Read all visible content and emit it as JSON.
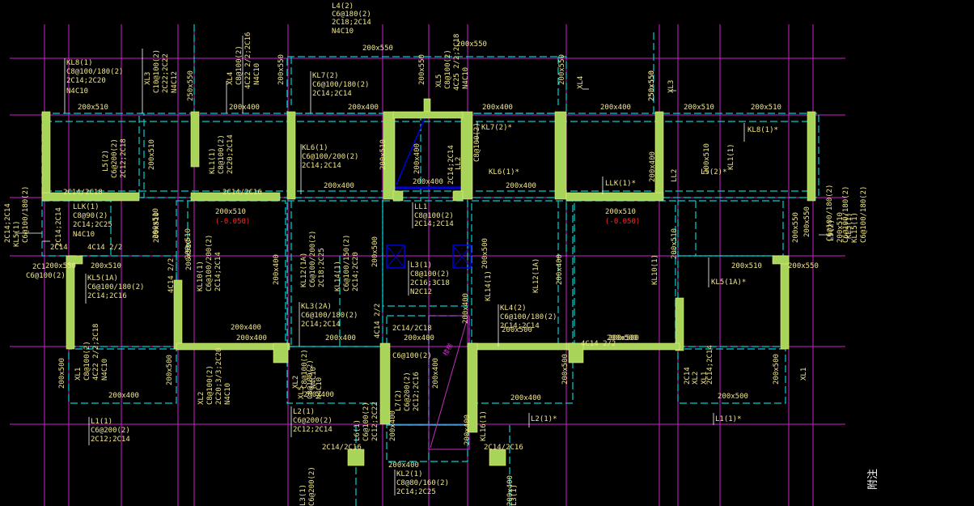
{
  "colors": {
    "background": "#000000",
    "axis": "#cc22cc",
    "beam": "#00d0d0",
    "beam_text": "#f0e68c",
    "sec_text": "#f0e68c",
    "rot_text": "#f0e68c",
    "red_text": "#ff2a2a",
    "white_text": "#ffffff",
    "column": "#a8d45a",
    "column_edge": "#e8f080",
    "stair": "#0000e0",
    "stair_line": "#c030c0",
    "vert_line": "#ffffff"
  },
  "notes": {
    "bottom_right": "附注"
  },
  "beam_labels": [
    {
      "text": "L4(2)"
    },
    {
      "text": "C6@180(2)"
    },
    {
      "text": "2C18;2C14"
    },
    {
      "text": "N4C10"
    },
    {
      "text": "KL8(1)"
    },
    {
      "text": "C8@100/180(2)"
    },
    {
      "text": "2C14;2C20"
    },
    {
      "text": "N4C10"
    },
    {
      "text": "KL7(2)"
    },
    {
      "text": "C6@100/180(2)"
    },
    {
      "text": "2C14;2C14"
    },
    {
      "text": "KL7(2)*"
    },
    {
      "text": "KL8(1)*"
    },
    {
      "text": "KL6(1)*"
    },
    {
      "text": "LLK(1)*"
    },
    {
      "text": "KL6(1)"
    },
    {
      "text": "C6@100/200(2)"
    },
    {
      "text": "2C14;2C14"
    },
    {
      "text": "LLK(1)"
    },
    {
      "text": "C8@90(2)"
    },
    {
      "text": "2C14;2C25"
    },
    {
      "text": "N4C10"
    },
    {
      "text": "LL1"
    },
    {
      "text": "C8@100(2)"
    },
    {
      "text": "2C14;2C14"
    },
    {
      "text": "KL5(1A)"
    },
    {
      "text": "C6@100/180(2)"
    },
    {
      "text": "2C14;2C16"
    },
    {
      "text": "KL3(2A)"
    },
    {
      "text": "C6@100/180(2)"
    },
    {
      "text": "2C14;2C14"
    },
    {
      "text": "L3(1)"
    },
    {
      "text": "C8@100(2)"
    },
    {
      "text": "2C16;3C18"
    },
    {
      "text": "N2C12"
    },
    {
      "text": "KL4(2)"
    },
    {
      "text": "C6@100/180(2)"
    },
    {
      "text": "2C14;2C14"
    },
    {
      "text": "KL5(1A)*"
    },
    {
      "text": "L1(1)"
    },
    {
      "text": "C6@200(2)"
    },
    {
      "text": "2C12;2C14"
    },
    {
      "text": "L2(1)"
    },
    {
      "text": "C6@200(2)"
    },
    {
      "text": "2C12;2C14"
    },
    {
      "text": "L2(1)*"
    },
    {
      "text": "L1(1)*"
    },
    {
      "text": "KL2(1)"
    },
    {
      "text": "C8@80/160(2)"
    },
    {
      "text": "2C14;2C25"
    },
    {
      "text": "C6@100(2)"
    },
    {
      "text": "2C14"
    },
    {
      "text": "2C14/2C18"
    },
    {
      "text": "2C14/2C16"
    },
    {
      "text": "4C14 2/2"
    },
    {
      "text": "2C14/2C18"
    },
    {
      "text": "C6@100(2)"
    },
    {
      "text": "4C14 2/2"
    },
    {
      "text": "2C14/2C16"
    },
    {
      "text": "2C14/2C16"
    },
    {
      "text": "2C1"
    },
    {
      "text": "L5(2)*"
    }
  ],
  "section_labels": [
    {
      "text": "200x550"
    },
    {
      "text": "200x550"
    },
    {
      "text": "200x510"
    },
    {
      "text": "200x400"
    },
    {
      "text": "200x400"
    },
    {
      "text": "200x400"
    },
    {
      "text": "200x400"
    },
    {
      "text": "200x510"
    },
    {
      "text": "200x510"
    },
    {
      "text": "200x400"
    },
    {
      "text": "200x400"
    },
    {
      "text": "200x400"
    },
    {
      "text": "200x510"
    },
    {
      "text": "200x510"
    },
    {
      "text": "200x550"
    },
    {
      "text": "200x510"
    },
    {
      "text": "200x510"
    },
    {
      "text": "200x550"
    },
    {
      "text": "200x400"
    },
    {
      "text": "200x400"
    },
    {
      "text": "200x400"
    },
    {
      "text": "200x400"
    },
    {
      "text": "200x400"
    },
    {
      "text": "200x400"
    },
    {
      "text": "200x500"
    },
    {
      "text": "200x500"
    },
    {
      "text": "200x500"
    },
    {
      "text": "200x400"
    },
    {
      "text": "200x500"
    },
    {
      "text": "200x400"
    }
  ],
  "red_labels": [
    {
      "text": "(-0.050)"
    },
    {
      "text": "(-0.050)"
    }
  ],
  "rotated_labels": [
    {
      "text": "XL3"
    },
    {
      "text": "C10@100(2)"
    },
    {
      "text": "2C22;2C22"
    },
    {
      "text": "N4C12"
    },
    {
      "text": "XL4"
    },
    {
      "text": "C8@100(2)"
    },
    {
      "text": "4C22 2/2;2C16"
    },
    {
      "text": "N4C10"
    },
    {
      "text": "200x550"
    },
    {
      "text": "250x550"
    },
    {
      "text": "200x550"
    },
    {
      "text": "250x550"
    },
    {
      "text": "200x550"
    },
    {
      "text": "250x550"
    },
    {
      "text": "XL5"
    },
    {
      "text": "C8@100(2)"
    },
    {
      "text": "4C25 2/2;2C18"
    },
    {
      "text": "N4C10"
    },
    {
      "text": "XL4"
    },
    {
      "text": "XL3"
    },
    {
      "text": "L5(2)"
    },
    {
      "text": "C6@200(2)"
    },
    {
      "text": "2C12;2C18"
    },
    {
      "text": "200x510"
    },
    {
      "text": "KL1(1)"
    },
    {
      "text": "C8@100(2)"
    },
    {
      "text": "2C20;2C14"
    },
    {
      "text": "200x510"
    },
    {
      "text": "LL2"
    },
    {
      "text": "C8@100(2)"
    },
    {
      "text": "2C14;2C14"
    },
    {
      "text": "200x400"
    },
    {
      "text": "200x400"
    },
    {
      "text": "LL2"
    },
    {
      "text": "200x510"
    },
    {
      "text": "KL1(1)"
    },
    {
      "text": "L5(2)"
    },
    {
      "text": "200x510"
    },
    {
      "text": "KL5(1)"
    },
    {
      "text": "C6@100/180(2)"
    },
    {
      "text": "2C14;2C14"
    },
    {
      "text": "KL5(1)"
    },
    {
      "text": "C6@100/180(2)"
    },
    {
      "text": "2C14;2C14"
    },
    {
      "text": "200x550"
    },
    {
      "text": "200x550"
    },
    {
      "text": "200x510"
    },
    {
      "text": "200x510"
    },
    {
      "text": "KL12(1A)"
    },
    {
      "text": "C6@100/200(2)"
    },
    {
      "text": "2C18;2C25"
    },
    {
      "text": "KL14(1)"
    },
    {
      "text": "C6@100/150(2)"
    },
    {
      "text": "2C14;2C20"
    },
    {
      "text": "200x500"
    },
    {
      "text": "200x500"
    },
    {
      "text": "KL14(1)"
    },
    {
      "text": "KL12(1A)"
    },
    {
      "text": "200x400"
    },
    {
      "text": "KL10(1)"
    },
    {
      "text": "200x510"
    },
    {
      "text": "200x510"
    },
    {
      "text": "KL10(1)"
    },
    {
      "text": "C6@100/200(2)"
    },
    {
      "text": "2C14;2C14"
    },
    {
      "text": "200x400"
    },
    {
      "text": "200x510"
    },
    {
      "text": "4C14 2/2"
    },
    {
      "text": "4C14 2/2"
    },
    {
      "text": "XL1"
    },
    {
      "text": "C8@100(2)"
    },
    {
      "text": "4C22 2/2;2C18"
    },
    {
      "text": "N4C10"
    },
    {
      "text": "XL2"
    },
    {
      "text": "C8@100(2)"
    },
    {
      "text": "2C20;3/3;2C20"
    },
    {
      "text": "N4C10"
    },
    {
      "text": "200x500"
    },
    {
      "text": "200x500"
    },
    {
      "text": "XL2"
    },
    {
      "text": "C8@100(2)"
    },
    {
      "text": "N4C10"
    },
    {
      "text": "XL5"
    },
    {
      "text": "C8@100(2)"
    },
    {
      "text": "N4C10"
    },
    {
      "text": "L7(2)"
    },
    {
      "text": "C6@200(2)"
    },
    {
      "text": "2C12;2C16"
    },
    {
      "text": "200x400"
    },
    {
      "text": "L6(1)"
    },
    {
      "text": "C6@100(2)"
    },
    {
      "text": "2C12;2C22"
    },
    {
      "text": "200x400"
    },
    {
      "text": "200x400"
    },
    {
      "text": "KL16(1)"
    },
    {
      "text": "200x500"
    },
    {
      "text": "200x500"
    },
    {
      "text": "XL1"
    },
    {
      "text": "200x400"
    },
    {
      "text": "L3(1)"
    },
    {
      "text": "200x400"
    },
    {
      "text": "L3(1)"
    },
    {
      "text": "C6@200(2)"
    },
    {
      "text": "2C14"
    },
    {
      "text": "XL2"
    },
    {
      "text": "XL1"
    },
    {
      "text": "2C14;2C14"
    },
    {
      "text": "C6@100/180(2)"
    },
    {
      "text": "KL15(1)"
    },
    {
      "text": "C6@100/180(2)"
    },
    {
      "text": "2C14;2C14"
    }
  ],
  "stair_label": "楼梯"
}
